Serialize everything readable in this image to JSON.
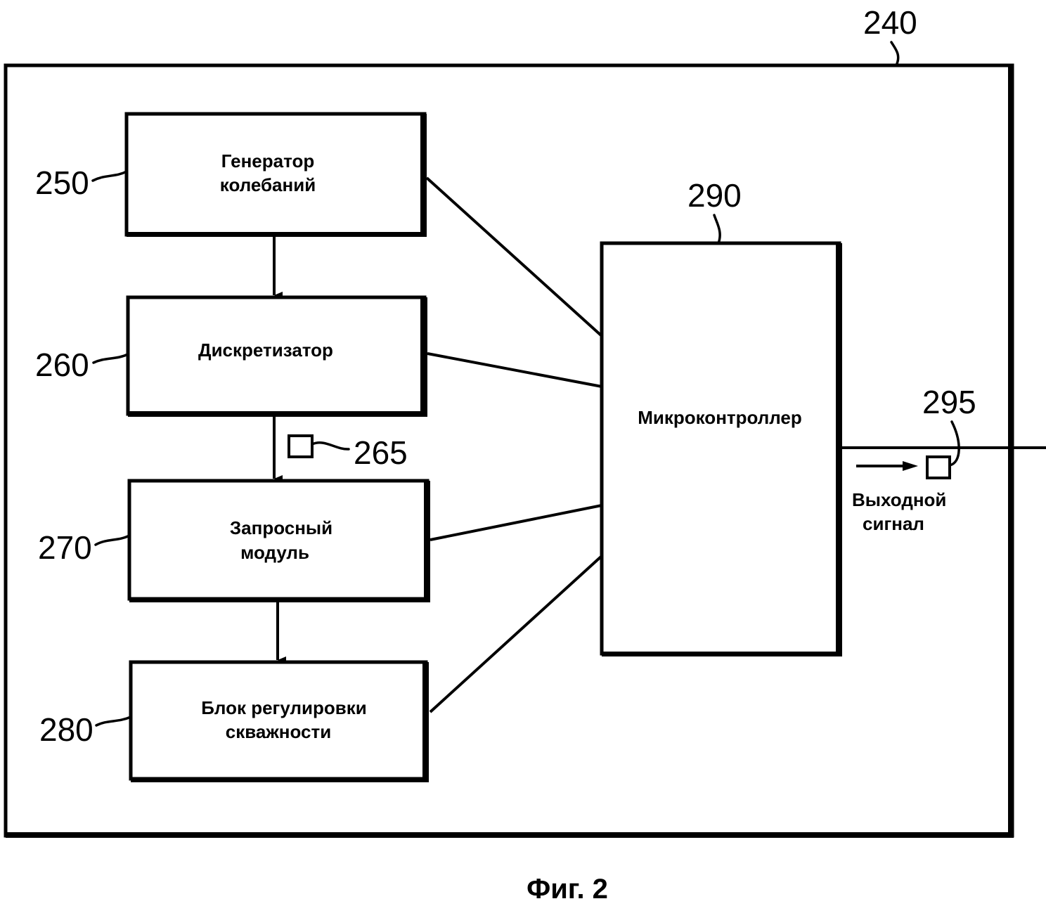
{
  "diagram": {
    "figure_caption": "Фиг. 2",
    "container": {
      "ref": "240"
    },
    "blocks": [
      {
        "id": "oscillator",
        "ref": "250",
        "lines": [
          "Генератор",
          "колебаний"
        ]
      },
      {
        "id": "sampler",
        "ref": "260",
        "lines": [
          "Дискретизатор"
        ]
      },
      {
        "id": "interrogation",
        "ref": "270",
        "lines": [
          "Запросный",
          "модуль"
        ]
      },
      {
        "id": "duty-cycle",
        "ref": "280",
        "lines": [
          "Блок регулировки",
          "скважности"
        ]
      },
      {
        "id": "microcontroller",
        "ref": "290",
        "lines": [
          "Микроконтроллер"
        ]
      }
    ],
    "signals": [
      {
        "id": "sampled-signal",
        "ref": "265"
      },
      {
        "id": "output-signal",
        "ref": "295",
        "lines": [
          "Выходной",
          "сигнал"
        ]
      }
    ],
    "connections": [
      {
        "from": "oscillator",
        "to": "sampler",
        "type": "arrow"
      },
      {
        "from": "sampler",
        "to": "interrogation",
        "type": "arrow"
      },
      {
        "from": "interrogation",
        "to": "duty-cycle",
        "type": "arrow"
      },
      {
        "from": "oscillator",
        "to": "microcontroller",
        "type": "line"
      },
      {
        "from": "sampler",
        "to": "microcontroller",
        "type": "line"
      },
      {
        "from": "interrogation",
        "to": "microcontroller",
        "type": "line"
      },
      {
        "from": "duty-cycle",
        "to": "microcontroller",
        "type": "line"
      },
      {
        "from": "microcontroller",
        "to": "output",
        "type": "line"
      }
    ]
  }
}
